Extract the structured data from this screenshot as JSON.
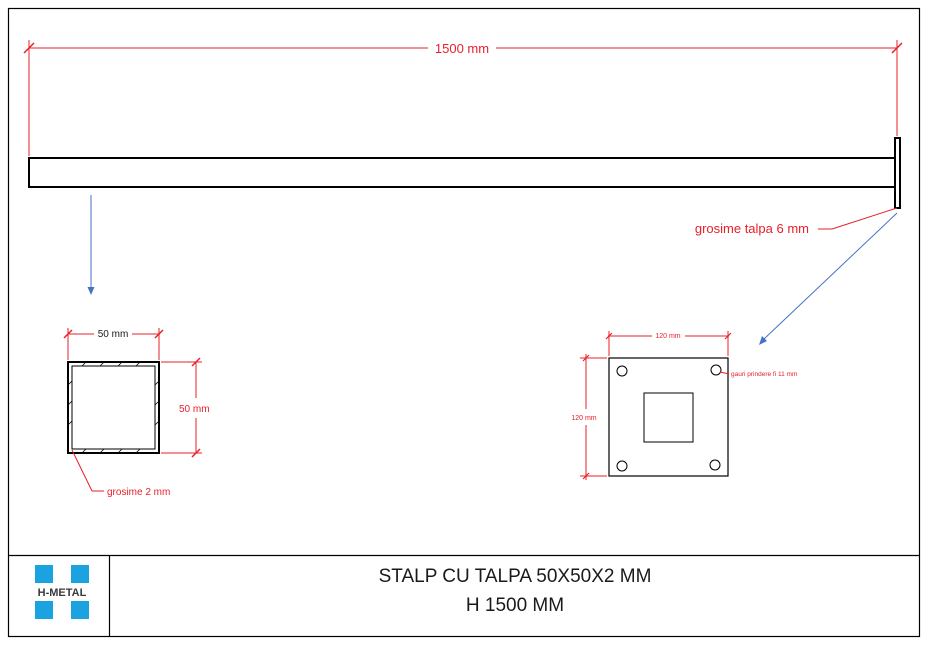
{
  "drawing": {
    "length_label": "1500 mm",
    "foot_thickness_label": "grosime talpa 6 mm",
    "tube_width_label": "50 mm",
    "tube_height_label": "50 mm",
    "tube_wall_label": "grosime 2 mm",
    "plate_width_label": "120 mm",
    "plate_height_label": "120 mm",
    "holes_label": "gauri prindere fi 11 mm"
  },
  "title_block": {
    "logo_text": "H-METAL",
    "title_line1": "STALP CU TALPA 50X50X2 MM",
    "title_line2": "H 1500 MM"
  },
  "colors": {
    "dimension": "#e8202a",
    "arrow": "#4472c4",
    "outline": "#000000",
    "logo_blue": "#1aa3e0"
  }
}
